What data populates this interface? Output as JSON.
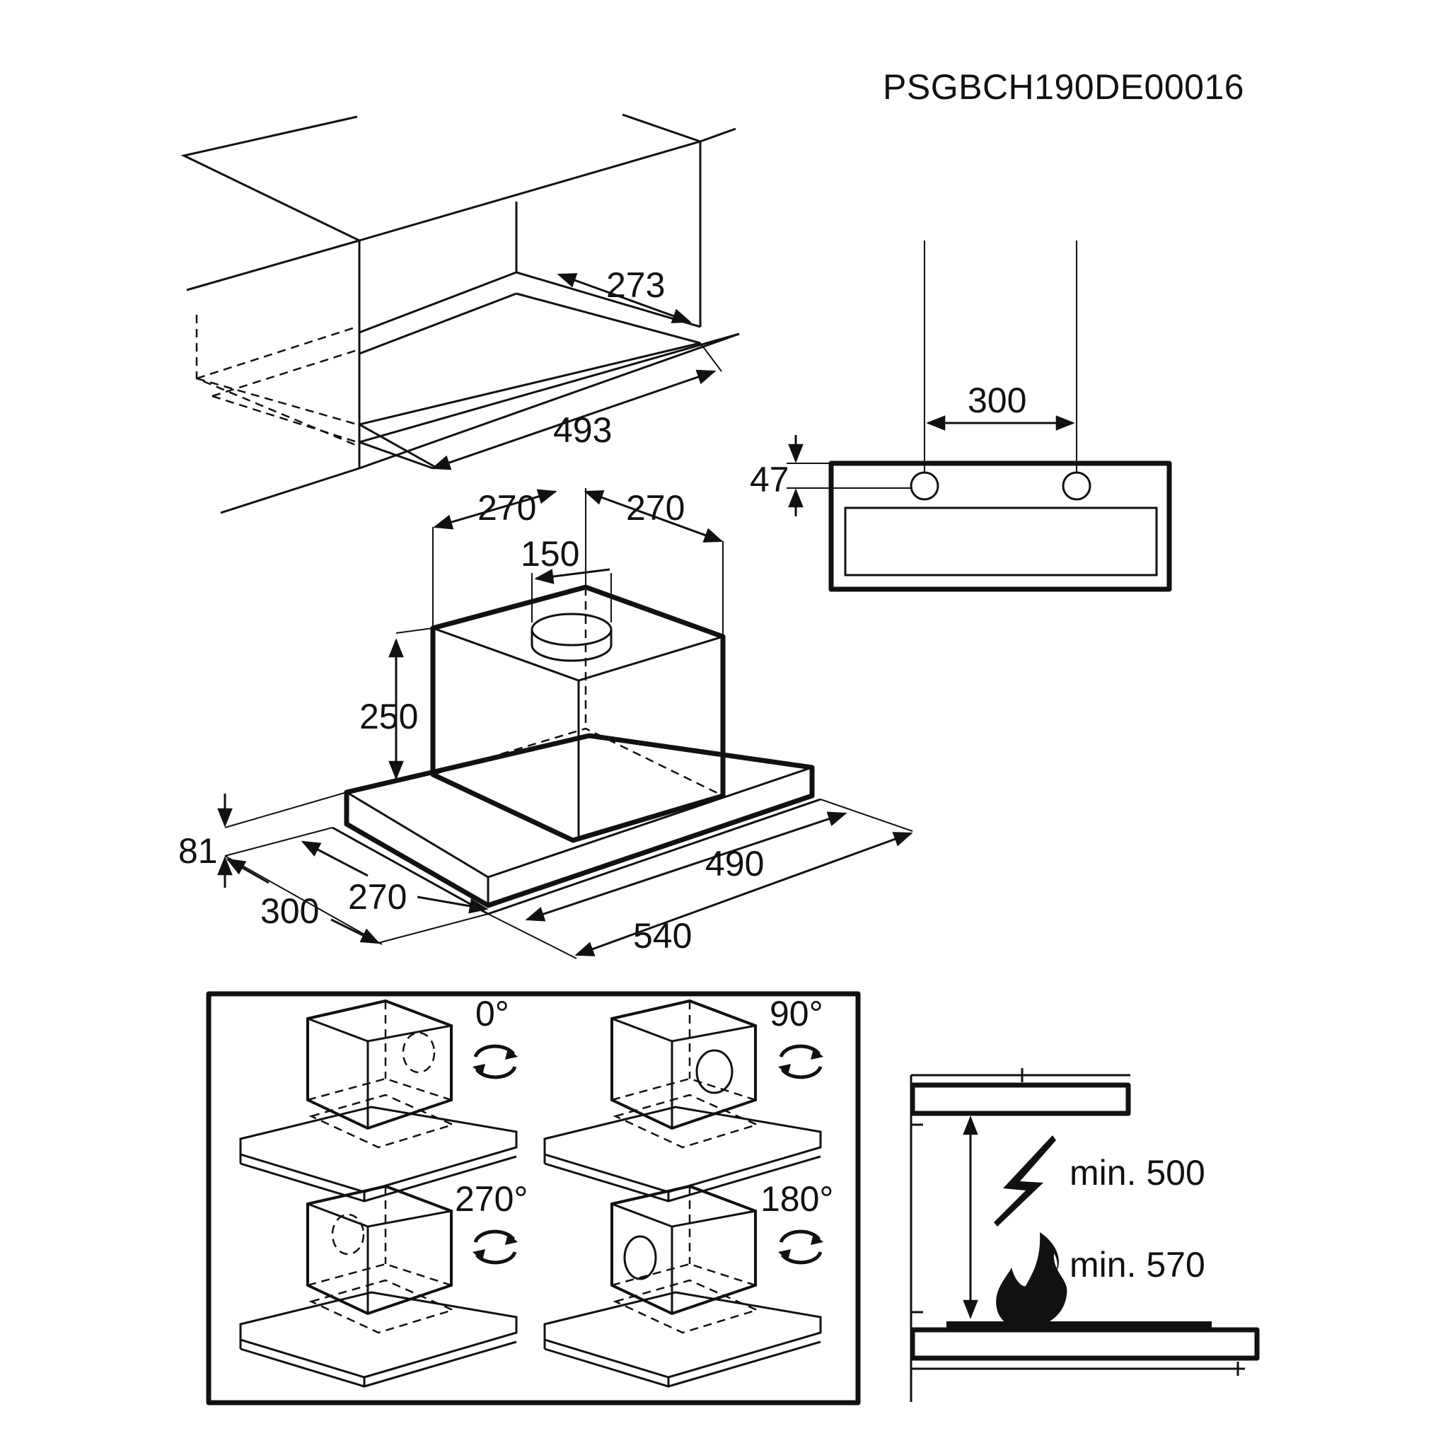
{
  "product_code": "PSGBCH190DE00016",
  "cabinet": {
    "depth": "273",
    "width": "493"
  },
  "front_view": {
    "height": "47",
    "spacing": "300"
  },
  "hood": {
    "top_left": "270",
    "top_right": "270",
    "outlet": "150",
    "height": "250",
    "base_height": "81",
    "depth_outer": "300",
    "depth_inner": "270",
    "width_inner": "490",
    "width_outer": "540"
  },
  "rotations": [
    "0°",
    "90°",
    "270°",
    "180°"
  ],
  "clearance": {
    "electric": "min. 500",
    "gas": "min. 570"
  },
  "colors": {
    "line": "#111111",
    "background": "#ffffff"
  },
  "icons": [
    "rotate-arrows-icon",
    "lightning-icon",
    "flame-icon"
  ]
}
